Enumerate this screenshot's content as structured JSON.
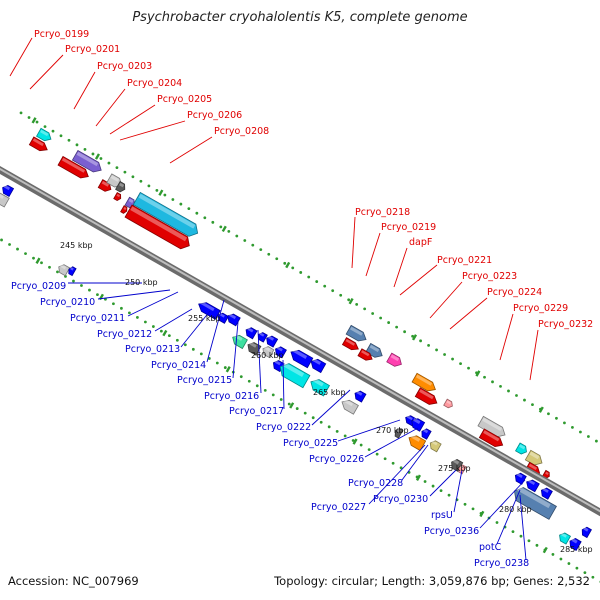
{
  "title": "Psychrobacter cryohalolentis K5, complete genome",
  "accession": "Accession: NC_007969",
  "summary": "Topology: circular; Length: 3,059,876 bp; Genes: 2,532",
  "colors": {
    "forward_label": "#e00000",
    "reverse_label": "#0000cc",
    "backbone": "#8c8c8c",
    "tick": "#2f9a2f"
  },
  "kbp_labels": [
    "245 kbp",
    "250 kbp",
    "255 kbp",
    "260 kbp",
    "265 kbp",
    "270 kbp",
    "275 kbp",
    "280 kbp",
    "285 kbp"
  ],
  "forward_genes": [
    "Pcryo_0199",
    "Pcryo_0201",
    "Pcryo_0203",
    "Pcryo_0204",
    "Pcryo_0205",
    "Pcryo_0206",
    "Pcryo_0208",
    "Pcryo_0218",
    "Pcryo_0219",
    "dapF",
    "Pcryo_0221",
    "Pcryo_0223",
    "Pcryo_0224",
    "Pcryo_0229",
    "Pcryo_0232"
  ],
  "reverse_genes": [
    "Pcryo_0209",
    "Pcryo_0210",
    "Pcryo_0211",
    "Pcryo_0212",
    "Pcryo_0213",
    "Pcryo_0214",
    "Pcryo_0215",
    "Pcryo_0216",
    "Pcryo_0217",
    "Pcryo_0222",
    "Pcryo_0225",
    "Pcryo_0226",
    "Pcryo_0227",
    "Pcryo_0228",
    "Pcryo_0230",
    "rpsU",
    "Pcryo_0236",
    "potC",
    "Pcryo_0238"
  ]
}
